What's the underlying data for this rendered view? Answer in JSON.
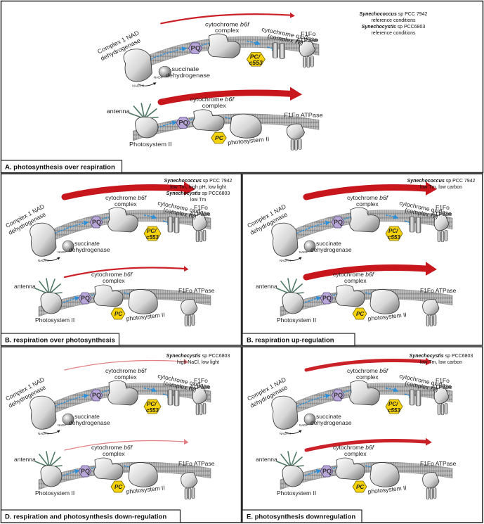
{
  "labels": {
    "complex1_line1": "Complex 1 NAD",
    "complex1_line2": "dehydrogenase",
    "nadph": "NADPH",
    "nadp": "NADP",
    "succinate_line1": "succinate",
    "succinate_line2": "dehydrogenase",
    "pq": "PQ",
    "cyt_b6f_line1_a": "cytochrome ",
    "cyt_b6f_line1_b": "b6f",
    "cyt_b6f_line2": "complex",
    "pc_c553_line1": "PC/",
    "pc_c553_line2": "c553",
    "cyt_oxidase_line1": "cytochrome oxidase",
    "cyt_oxidase_line2": "(complex IV)",
    "f1fo_line1": "F1Fo",
    "f1fo_line2": "ATPase",
    "f1fo_atpase": "F1Fo ATPase",
    "antenna": "antenna",
    "photosystem_ii_cap": "Photosystem II",
    "photosystem_ii_lower": "photosystem II",
    "pc": "PC"
  },
  "panels": [
    {
      "id": "A",
      "title": "A.  photosynthesis over respiration",
      "conditions": [
        {
          "italic": "Synechococcus",
          "rest": " sp PCC 7942"
        },
        {
          "italic": "",
          "rest": "reference conditions"
        },
        {
          "italic": "Synechocystis",
          "rest": " sp PCC6803"
        },
        {
          "italic": "",
          "rest": "reference conditions"
        }
      ],
      "top_arrow_weight": "thin",
      "bottom_arrow_weight": "thick"
    },
    {
      "id": "B1",
      "title": "B.  respiration over photosynthesis",
      "conditions": [
        {
          "italic": "Synechococcus",
          "rest": " sp PCC 7942"
        },
        {
          "italic": "",
          "rest": "low Tm, high pH, low light"
        },
        {
          "italic": "Synechocystis",
          "rest": " sp PCC6803"
        },
        {
          "italic": "",
          "rest": "low Tm"
        }
      ],
      "top_arrow_weight": "thick",
      "bottom_arrow_weight": "thin"
    },
    {
      "id": "B2",
      "title": "B.  respiration up-regulation",
      "conditions": [
        {
          "italic": "Synechococcus",
          "rest": " sp PCC 7942"
        },
        {
          "italic": "",
          "rest": "low Tm, low carbon"
        }
      ],
      "top_arrow_weight": "thick",
      "bottom_arrow_weight": "thick"
    },
    {
      "id": "D",
      "title": "D.  respiration and photosynthesis down-regulation",
      "conditions": [
        {
          "italic": "Synechocystis",
          "rest": " sp PCC6803"
        },
        {
          "italic": "",
          "rest": "high NaCl, low light"
        }
      ],
      "top_arrow_weight": "faint",
      "bottom_arrow_weight": "faint"
    },
    {
      "id": "E",
      "title": "E.  photosynthesis downregulation",
      "conditions": [
        {
          "italic": "Synechocystis",
          "rest": " sp PCC6803"
        },
        {
          "italic": "",
          "rest": "low Tm, low carbon"
        }
      ],
      "top_arrow_weight": "medium",
      "bottom_arrow_weight": "medium"
    }
  ],
  "colors": {
    "arrow_red": "#c8161d",
    "electron_blue": "#2b8fd9",
    "pq_purple": "#b9a6d9",
    "pc_yellow": "#f5d20a",
    "membrane_grey": "#9c9c9c",
    "border": "#222222"
  }
}
